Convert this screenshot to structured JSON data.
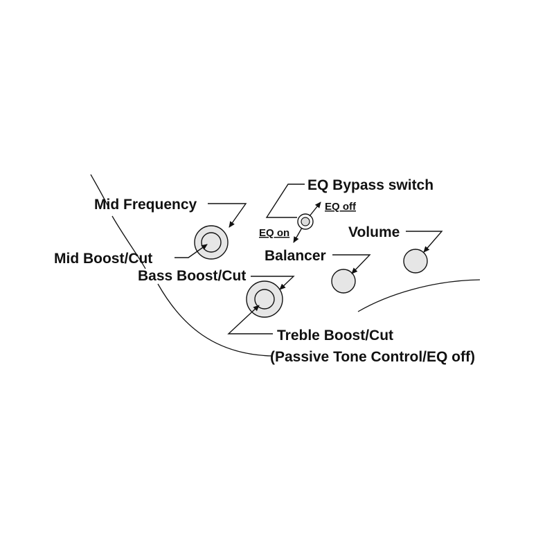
{
  "labels": {
    "eq_bypass_switch": "EQ Bypass switch",
    "eq_off": "EQ off",
    "eq_on": "EQ on",
    "mid_frequency": "Mid Frequency",
    "mid_boost_cut": "Mid Boost/Cut",
    "bass_boost_cut": "Bass Boost/Cut",
    "volume": "Volume",
    "balancer": "Balancer",
    "treble_boost_cut": "Treble Boost/Cut",
    "passive_tone_control": "(Passive Tone Control/EQ off)"
  },
  "colors": {
    "ink": "#111111",
    "knob_fill": "#e6e6e6",
    "background": "#ffffff"
  },
  "icons": {
    "concentric_knob": "stacked-dual-knob",
    "single_knob": "single-knob",
    "toggle_switch": "mini-toggle-switch"
  }
}
